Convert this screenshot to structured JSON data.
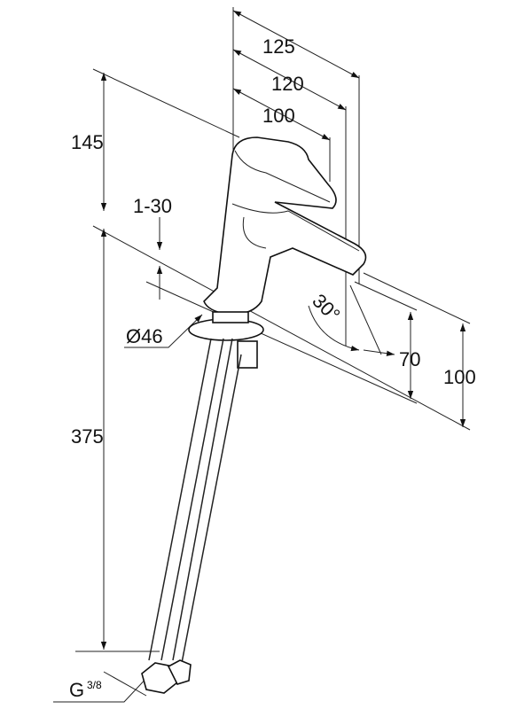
{
  "dimensions": {
    "width_125": "125",
    "width_120": "120",
    "width_100": "100",
    "height_145": "145",
    "deck_thickness": "1-30",
    "diameter": "Ø46",
    "angle": "30°",
    "spout_height_70": "70",
    "spout_height_100": "100",
    "hose_length": "375",
    "thread": "G",
    "thread_fraction": "3/8"
  },
  "colors": {
    "line": "#111111",
    "background": "#ffffff"
  }
}
